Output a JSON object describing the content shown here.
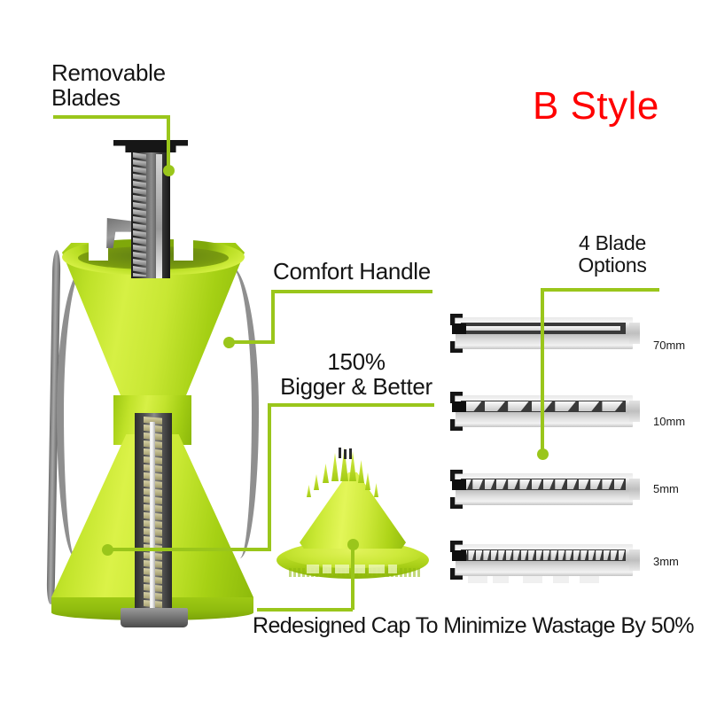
{
  "page": {
    "title": "Spiral Vegetable Slicer Product Infographic",
    "background_color": "#ffffff",
    "accent_color": "#9ac61b",
    "highlight_color": "#ff0000",
    "product_color": "#cbe92f",
    "metal_color": "#bdbdbd",
    "text_color": "#141414"
  },
  "badge": {
    "style_label": "B Style"
  },
  "callouts": {
    "removable_blades": "Removable\nBlades",
    "comfort_handle": "Comfort Handle",
    "bigger_better": "150%\nBigger & Better",
    "blade_options": "4 Blade\nOptions",
    "bottom_caption": "Redesigned Cap To Minimize Wastage By 50%"
  },
  "blades": {
    "heading": "4 Blade\nOptions",
    "items": [
      {
        "size": "70mm",
        "tooth_style": "straight",
        "tooth_count": 0
      },
      {
        "size": "10mm",
        "tooth_style": "coarse",
        "tooth_count": 7
      },
      {
        "size": "5mm",
        "tooth_style": "medium",
        "tooth_count": 14
      },
      {
        "size": "3mm",
        "tooth_style": "fine",
        "tooth_count": 22
      }
    ]
  },
  "icons": {
    "leader_dot": "leader-dot-icon",
    "leader_line": "leader-line-icon"
  }
}
